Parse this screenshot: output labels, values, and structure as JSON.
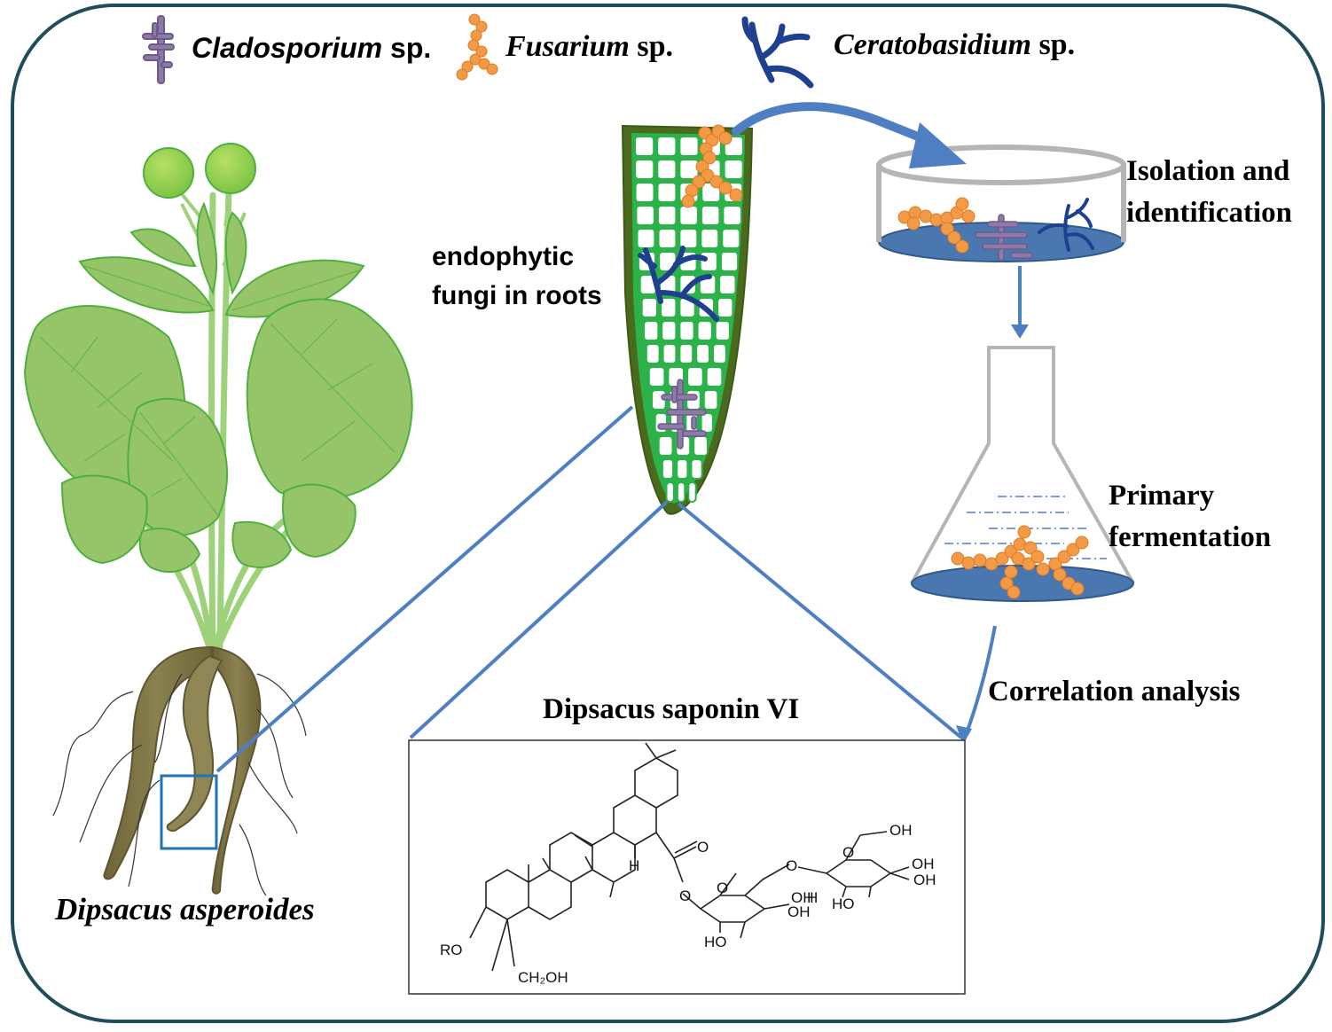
{
  "legend": {
    "cladosporium": {
      "name": "Cladosporium",
      "suffix": " sp."
    },
    "fusarium": {
      "name": "Fusarium",
      "suffix": " sp."
    },
    "ceratobasidium": {
      "name": "Ceratobasidium",
      "suffix": " sp."
    }
  },
  "labels": {
    "endophytic_line1": "endophytic",
    "endophytic_line2": "fungi in roots",
    "isolation_line1": "Isolation and",
    "isolation_line2": "identification",
    "primary_line1": "Primary",
    "primary_line2": "fermentation",
    "correlation": "Correlation analysis",
    "saponin_title": "Dipsacus saponin VI",
    "plant_name": "Dipsacus asperoides"
  },
  "chem_labels": {
    "ro": "RO",
    "ch2oh": "CH₂OH",
    "h": "H",
    "oh": "OH",
    "ho": "HO",
    "o": "O"
  },
  "colors": {
    "frame": "#1f4d5c",
    "leaf": "#96c569",
    "leaf_edge": "#4fb040",
    "stem": "#9ed27a",
    "root": "#7f7545",
    "root_cell": "#2bb34a",
    "root_outline": "#4a6b1e",
    "fusarium": "#f39a46",
    "cladosporium": "#8e7aa6",
    "ceratobasidium": "#1f3f8f",
    "arrow": "#4f7fc3",
    "dish_medium": "#4a77b0",
    "highlight_box": "#1f73b7"
  }
}
